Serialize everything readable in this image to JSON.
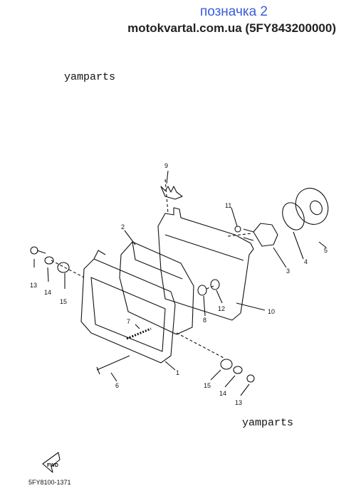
{
  "header": {
    "title": "позначка 2",
    "subtitle": "motokvartal.com.ua (5FY843200000)"
  },
  "watermarks": [
    "yamparts",
    "yamparts"
  ],
  "diagram_code": "5FY8100-1371",
  "fwd_label": "FWD",
  "callouts": [
    "9",
    "11",
    "2",
    "5",
    "13",
    "14",
    "15",
    "4",
    "3",
    "10",
    "12",
    "8",
    "7",
    "1",
    "6",
    "15",
    "14",
    "13"
  ]
}
